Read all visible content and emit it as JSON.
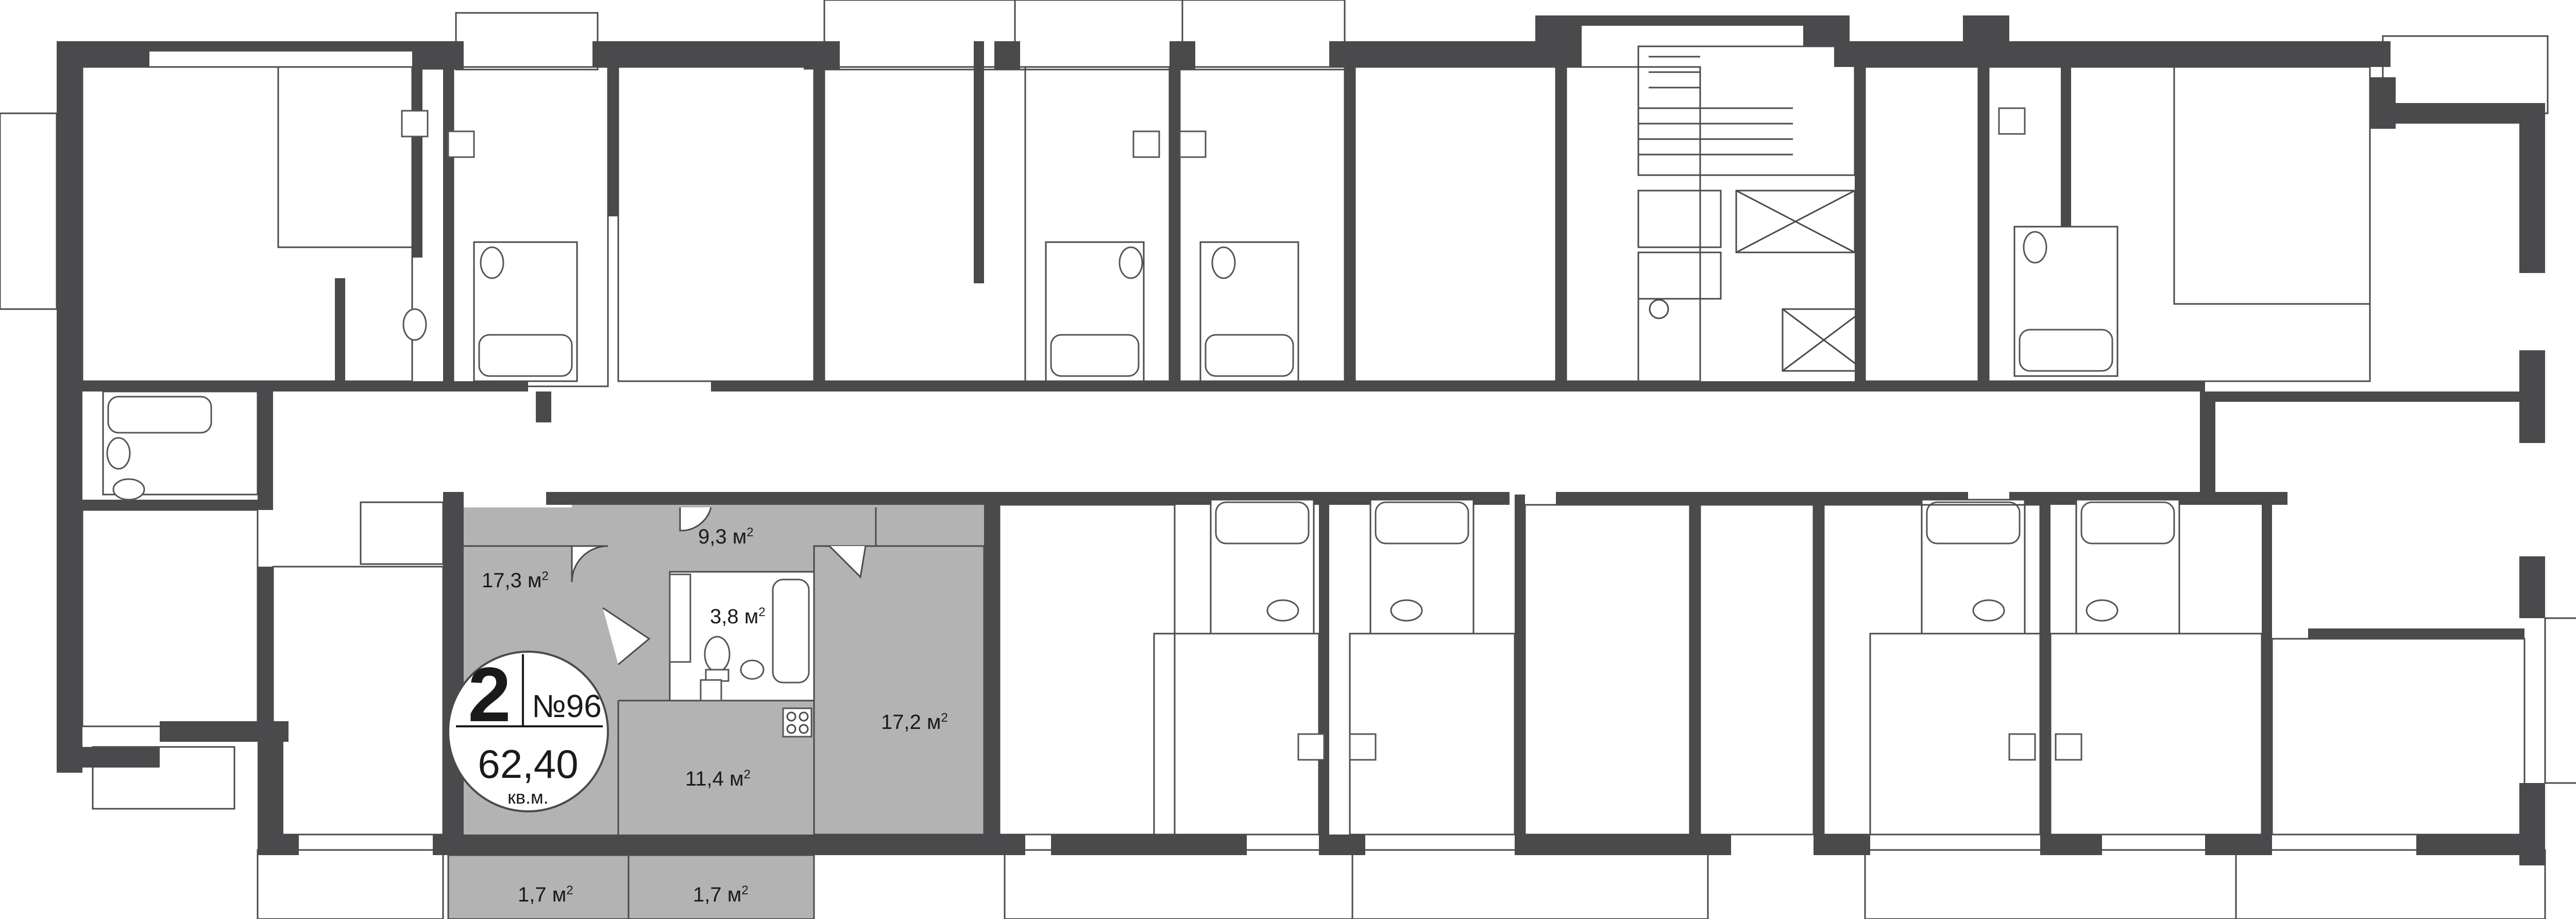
{
  "apartment": {
    "rooms": "2",
    "number": "№96",
    "area": "62,40",
    "area_unit": "кв.м."
  },
  "area_unit_prefix": "м",
  "area_unit_power": "2",
  "room_areas": [
    "17,3",
    "9,3",
    "3,8",
    "11,4",
    "17,2",
    "1,7",
    "1,7"
  ],
  "colors": {
    "wall": "#4a4a4c",
    "highlight": "#b3b3b3",
    "background": "#ffffff"
  }
}
